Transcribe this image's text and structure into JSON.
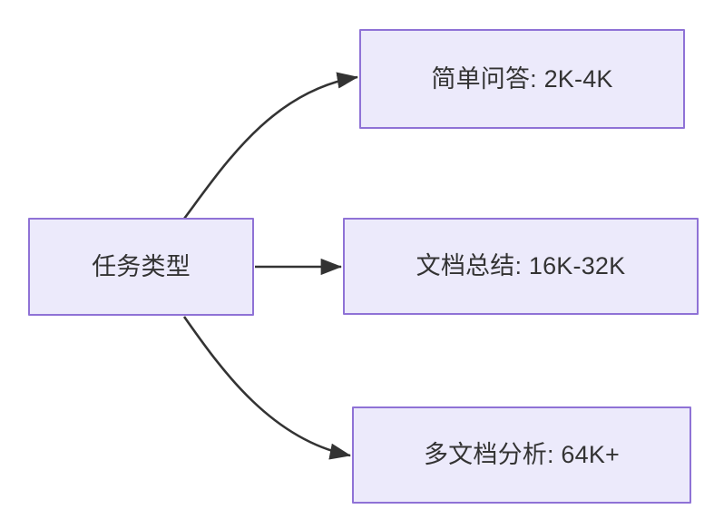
{
  "diagram": {
    "type": "flowchart",
    "direction": "left-to-right",
    "background_color": "#FFFFFF",
    "node_fill_color": "#ECEAFB",
    "node_border_color": "#8F72D6",
    "node_text_color": "#333333",
    "edge_color": "#333333",
    "nodes": [
      {
        "id": "source",
        "label": "任务类型",
        "role": "source"
      },
      {
        "id": "t1",
        "label": "简单问答: 2K-4K",
        "role": "target"
      },
      {
        "id": "t2",
        "label": "文档总结: 16K-32K",
        "role": "target"
      },
      {
        "id": "t3",
        "label": "多文档分析: 64K+",
        "role": "target"
      }
    ],
    "edges": [
      {
        "id": "e1",
        "from": "source",
        "to": "t1",
        "label": "",
        "style": "curved-arrow"
      },
      {
        "id": "e2",
        "from": "source",
        "to": "t2",
        "label": "",
        "style": "straight-arrow"
      },
      {
        "id": "e3",
        "from": "source",
        "to": "t3",
        "label": "",
        "style": "curved-arrow"
      }
    ]
  }
}
